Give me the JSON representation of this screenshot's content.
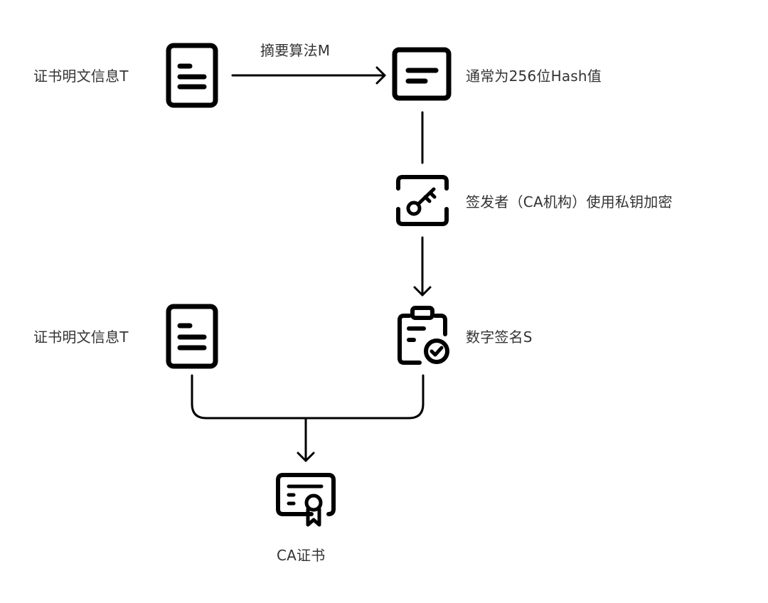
{
  "diagram": {
    "title": "CA证书签发流程",
    "colors": {
      "stroke": "#000000",
      "text": "#333333",
      "background": "#ffffff"
    },
    "nodes": [
      {
        "id": "plain-top",
        "icon": "document-icon",
        "label": "证书明文信息T"
      },
      {
        "id": "hash",
        "icon": "hash-message-icon",
        "label": "通常为256位Hash值"
      },
      {
        "id": "encrypt",
        "icon": "key-icon",
        "label": "签发者（CA机构）使用私钥加密"
      },
      {
        "id": "signature",
        "icon": "clipboard-check-icon",
        "label": "数字签名S"
      },
      {
        "id": "plain-bottom",
        "icon": "document-icon",
        "label": "证书明文信息T"
      },
      {
        "id": "cert",
        "icon": "certificate-icon",
        "label": "CA证书"
      }
    ],
    "edges": [
      {
        "from": "plain-top",
        "to": "hash",
        "label": "摘要算法M",
        "arrow": true
      },
      {
        "from": "hash",
        "to": "encrypt",
        "label": "",
        "arrow": false
      },
      {
        "from": "encrypt",
        "to": "signature",
        "label": "",
        "arrow": true
      },
      {
        "from": "plain-bottom",
        "to": "cert",
        "label": "",
        "arrow": true,
        "merge": true
      },
      {
        "from": "signature",
        "to": "cert",
        "label": "",
        "arrow": true,
        "merge": true
      }
    ]
  }
}
